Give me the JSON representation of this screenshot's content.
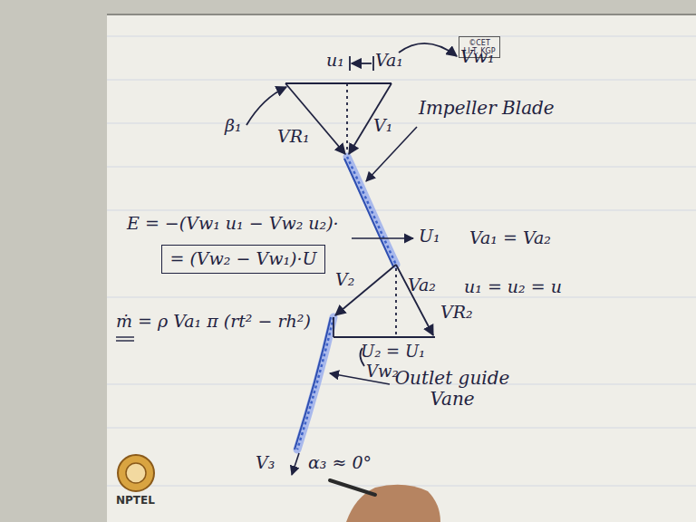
{
  "diagram": {
    "nodes": [
      {
        "text": [
          "©CET I.I.T. KGP"
        ]
      },
      {
        "text": [
          "= (Vw₂ − Vw₁)·U"
        ]
      }
    ],
    "labels": [
      "u₁",
      "Va₁",
      "Vw₁",
      "V₁",
      "β₁",
      "VR₁",
      "Impeller Blade",
      "E = −(Vw₁ u₁ − Vw₂ u₂)·",
      "U₁",
      "Va₁ = Va₂",
      "Va₂",
      "u₁ = u₂ = u",
      "VR₂",
      "V₂",
      "U₂ = U₁",
      "Vw₂",
      "ṁ = ρ Va₁ π (rt² − rh²)",
      "Outlet guide Vane",
      "V₃",
      "α₃ ≈ 0°",
      "NPTEL"
    ]
  }
}
